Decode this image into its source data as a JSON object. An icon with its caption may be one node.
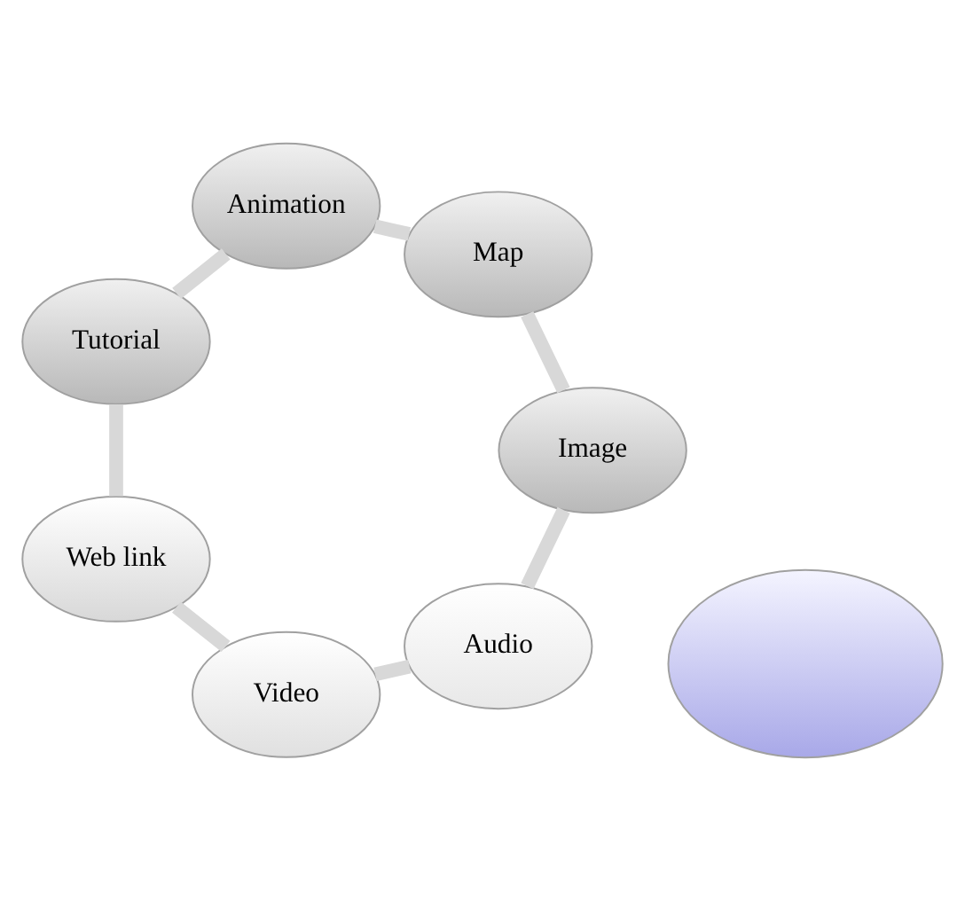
{
  "diagram": {
    "nodes": [
      {
        "text": [
          "Audio"
        ]
      },
      {
        "text": [
          "Video"
        ]
      },
      {
        "text": [
          "Web link"
        ]
      },
      {
        "text": [
          "Tutorial"
        ]
      },
      {
        "text": [
          "Animation"
        ]
      },
      {
        "text": [
          "Map"
        ]
      },
      {
        "text": [
          "Image"
        ]
      },
      {
        "text": [],
        "shape": "ellipse"
      }
    ],
    "edges": [
      {
        "from": 0,
        "to": 1,
        "arrow": "none"
      },
      {
        "from": 1,
        "to": 2,
        "arrow": "none"
      },
      {
        "from": 2,
        "to": 3,
        "arrow": "none"
      },
      {
        "from": 3,
        "to": 4,
        "arrow": "none"
      },
      {
        "from": 4,
        "to": 5,
        "arrow": "none"
      },
      {
        "from": 5,
        "to": 6,
        "arrow": "none"
      },
      {
        "from": 6,
        "to": 0,
        "arrow": "none"
      }
    ]
  }
}
